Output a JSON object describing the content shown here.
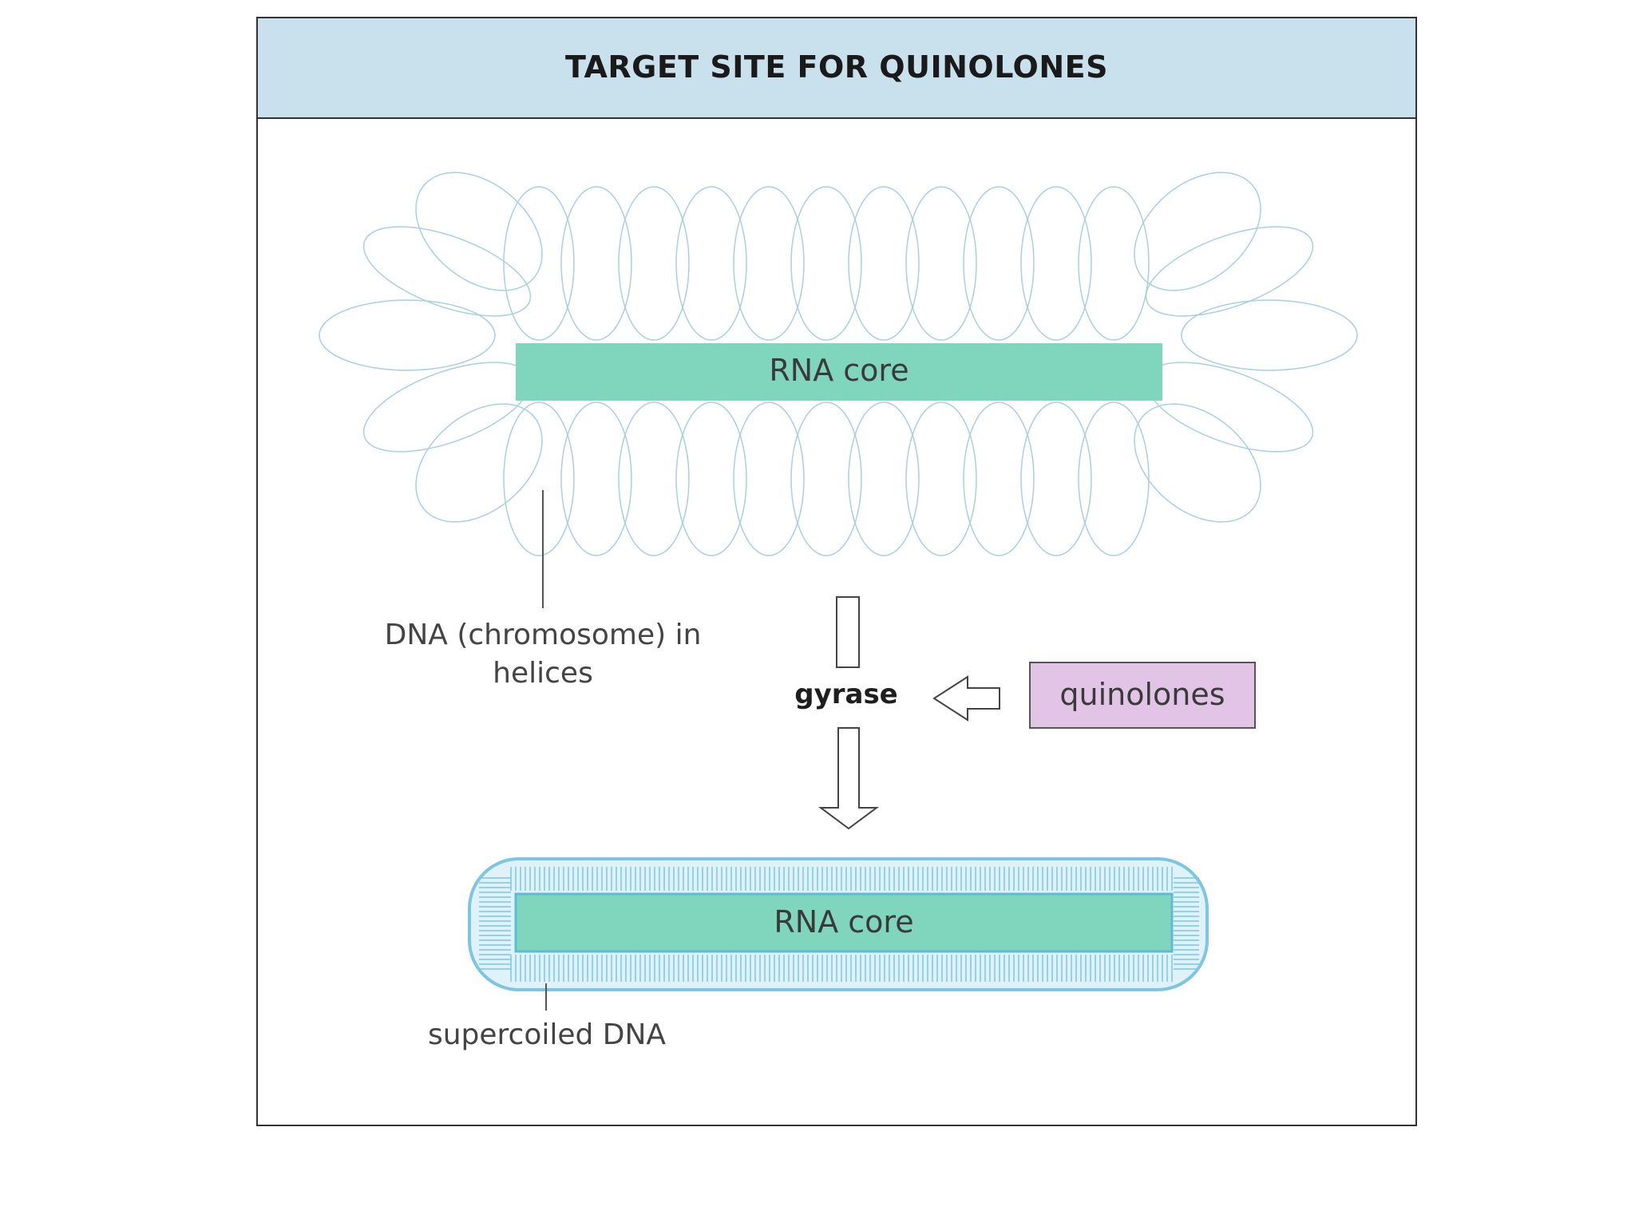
{
  "title": "TARGET SITE FOR QUINOLONES",
  "rna_core_top": "RNA core",
  "rna_core_bottom": "RNA core",
  "dna_label": "DNA (chromosome) in helices",
  "gyrase": "gyrase",
  "quinolones": "quinolones",
  "supercoiled_label": "supercoiled DNA",
  "colors": {
    "header_fill": "#c9e1ec",
    "rna_core_fill": "#7fd6bd",
    "quinolones_fill": "#e2c4e6",
    "dna_loop_stroke": "#a9cfe0",
    "supercoil_stroke": "#7cc6e3",
    "frame_stroke": "#333333"
  }
}
